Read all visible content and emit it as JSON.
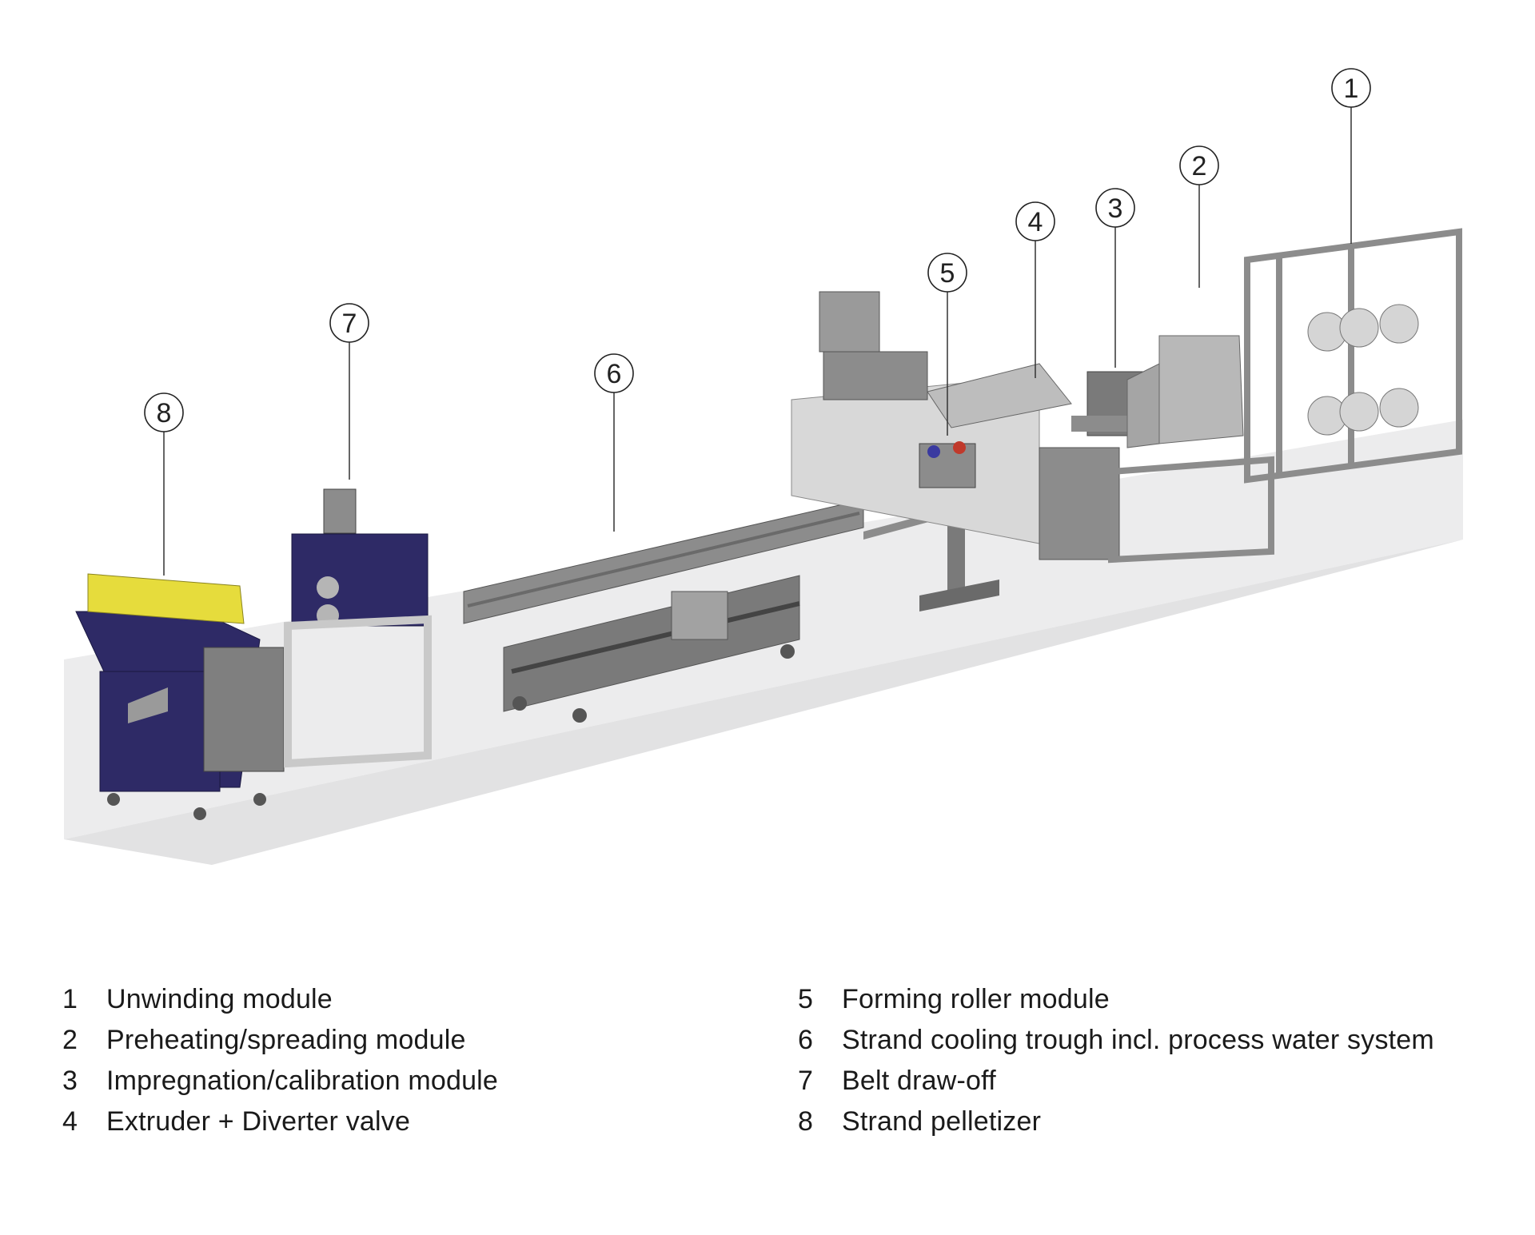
{
  "colors": {
    "floor": "#ececed",
    "steel": "#8c8c8c",
    "steel_dark": "#6a6a6a",
    "steel_light": "#c9c9c9",
    "navy": "#2e2a66",
    "yellow": "#e6dc3c",
    "cabinet": "#7f7f7f",
    "outline": "#333333"
  },
  "callouts": [
    {
      "number": "1",
      "icon": "circled-number"
    },
    {
      "number": "2",
      "icon": "circled-number"
    },
    {
      "number": "3",
      "icon": "circled-number"
    },
    {
      "number": "4",
      "icon": "circled-number"
    },
    {
      "number": "5",
      "icon": "circled-number"
    },
    {
      "number": "6",
      "icon": "circled-number"
    },
    {
      "number": "7",
      "icon": "circled-number"
    },
    {
      "number": "8",
      "icon": "circled-number"
    }
  ],
  "legend": [
    {
      "number": "1",
      "label": "Unwinding module"
    },
    {
      "number": "2",
      "label": "Preheating/spreading module"
    },
    {
      "number": "3",
      "label": "Impregnation/calibration module"
    },
    {
      "number": "4",
      "label": "Extruder + Diverter valve"
    },
    {
      "number": "5",
      "label": "Forming roller module"
    },
    {
      "number": "6",
      "label": "Strand cooling trough incl. process water system"
    },
    {
      "number": "7",
      "label": "Belt draw-off"
    },
    {
      "number": "8",
      "label": "Strand pelletizer"
    }
  ]
}
